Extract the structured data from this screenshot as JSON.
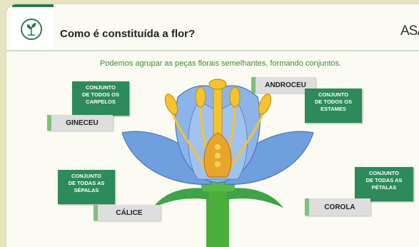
{
  "header": {
    "title": "Como é constituída a flor?",
    "brand": "ASA"
  },
  "subtitle": "Podemos agrupar as peças florais semelhantes, formando conjuntos.",
  "groups": {
    "gineceu": {
      "label": "GINECEU",
      "description": [
        "CONJUNTO",
        "DE TODOS OS",
        "CARPELOS"
      ]
    },
    "androceu": {
      "label": "ANDROCEU",
      "description": [
        "CONJUNTO",
        "DE TODOS OS",
        "ESTAMES"
      ]
    },
    "calice": {
      "label": "CÁLICE",
      "description": [
        "CONJUNTO",
        "DE TODAS AS",
        "SÉPALAS"
      ]
    },
    "corola": {
      "label": "COROLA",
      "description": [
        "CONJUNTO",
        "DE TODAS AS",
        "PÉTALAS"
      ]
    }
  },
  "colors": {
    "accent_green": "#2d8a5a",
    "petal_blue": "#7fa9e3",
    "stamen_yellow": "#f3c431",
    "stem_green": "#4caf3c"
  },
  "icons": [
    "seedling-logo-icon"
  ]
}
